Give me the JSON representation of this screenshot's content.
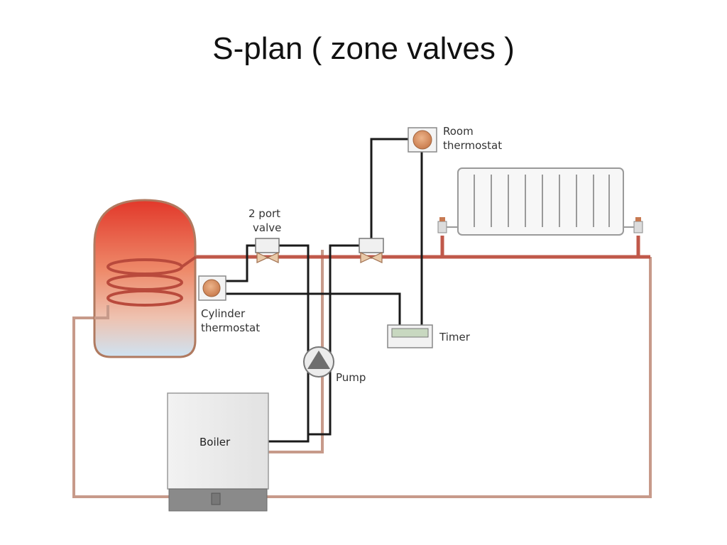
{
  "slide": {
    "title": "S-plan ( zone valves )"
  },
  "labels": {
    "room_thermostat_line1": "Room",
    "room_thermostat_line2": "thermostat",
    "port_valve_line1": "2 port",
    "port_valve_line2": "valve",
    "cylinder_thermostat_line1": "Cylinder",
    "cylinder_thermostat_line2": "thermostat",
    "timer": "Timer",
    "pump": "Pump",
    "boiler": "Boiler"
  },
  "colors": {
    "flow_pipe": "#c0584a",
    "return_pipe": "#c79a8a",
    "wire": "#1a1a1a",
    "thermostat_dial": "#d99a6e",
    "cylinder_top": "#e23a2a",
    "cylinder_bottom": "#cfe3f2"
  }
}
